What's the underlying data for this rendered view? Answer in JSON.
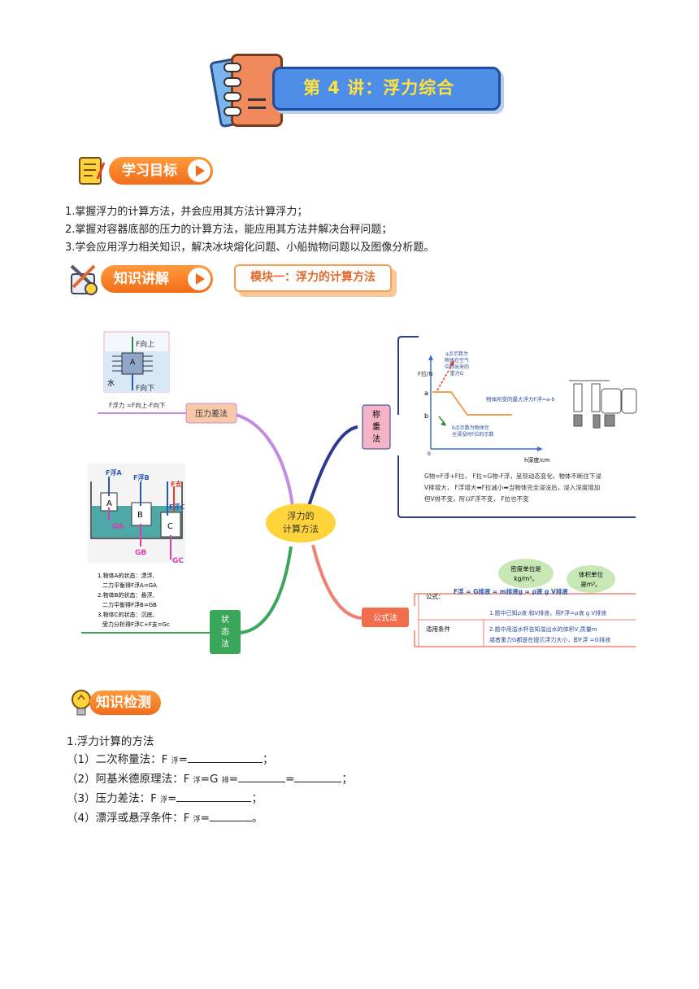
{
  "header": {
    "title": "第 4 讲：浮力综合"
  },
  "section_goals": {
    "label": "学习目标",
    "items": [
      "1.掌握浮力的计算方法，并会应用其方法计算浮力；",
      "2.掌握对容器底部的压力的计算方法，能应用其方法并解决台秤问题；",
      "3.学会应用浮力相关知识，解决冰块熔化问题、小船抛物问题以及图像分析题。"
    ]
  },
  "section_knowledge": {
    "label": "知识讲解",
    "module": "模块一：浮力的计算方法"
  },
  "mindmap": {
    "center": [
      "浮力的",
      "计算方法"
    ],
    "pressure": {
      "label": "压力差法",
      "formula": "F浮力 =F向上-F向下",
      "f_up": "F向上",
      "f_down": "F向下",
      "water": "水",
      "block": "A"
    },
    "weighing": {
      "label": [
        "称",
        "重",
        "法"
      ],
      "y_axis": "F拉/N",
      "x_axis": "h深度/cm",
      "a": "a",
      "b": "b",
      "o": "0",
      "note_a": [
        "a点示数为",
        "物体在空气",
        "中称出来的",
        "重力G"
      ],
      "note_b": [
        "b点示数为物体完",
        "全浸没时F拉的示数"
      ],
      "max_force": "物体所受的最大浮力F浮=a-b",
      "text": [
        "G物=F浮+F拉，  F拉=G物-F浮，呈现动态变化，物体不断往下浸",
        "V排增大，  F浮增大➡F拉减小➡当物体完全浸没后，浸入深度增加",
        "但V排不变，所以F浮不变，   F拉也不变"
      ]
    },
    "state": {
      "label": [
        "状",
        "态",
        "法"
      ],
      "labels_f": [
        "F浮A",
        "F浮B",
        "F支",
        "F浮C"
      ],
      "labels_g": [
        "GA",
        "GB",
        "GC"
      ],
      "blocks": [
        "A",
        "B",
        "C"
      ],
      "text": [
        "1.物体A的状态：漂浮,",
        "二力平衡得F浮A=GA",
        "2.物体B的状态：悬浮,",
        "二力平衡得F浮B=GB",
        "3.物体C的状态：沉底,",
        "受力分析得F浮C+F支=Gc"
      ]
    },
    "formula": {
      "label": "公式法",
      "bubble_density": [
        "密度单位是",
        "kg/m³。"
      ],
      "bubble_volume": [
        "体积单位",
        "是m³。"
      ],
      "gongshi": "公式：",
      "equation": "F浮  =  G排液  =  m排液g  =  ρ液 g V排液",
      "shiyong": "适用条件",
      "cond1": "1.题中已知ρ液 和V排液，用F浮=ρ液 g V排液",
      "cond2": [
        "2.题中用溢水杯告知溢出水的体积V,质量m",
        "或者重力G都是在提示浮力大小，即F浮 =G排液"
      ]
    }
  },
  "section_check": {
    "label": "知识检测",
    "q_title": "1.浮力计算的方法",
    "q1": "（1）二次称量法：F",
    "q2": "（2）阿基米德原理法：F",
    "q3": "（3）压力差法：F",
    "q4": "（4）漂浮或悬浮条件：F",
    "sub_fu": "浮",
    "sub_pai": "排",
    "eq": "=",
    "q2_g": "=G",
    "end_semi": "；",
    "end_period": "。"
  },
  "colors": {
    "orange": "#f26d1b",
    "blue": "#4f8ee8",
    "yellow": "#ffd43b",
    "purple": "#c58be0",
    "navy": "#2b3a8c",
    "green": "#3aa65a",
    "coral": "#f08070"
  }
}
